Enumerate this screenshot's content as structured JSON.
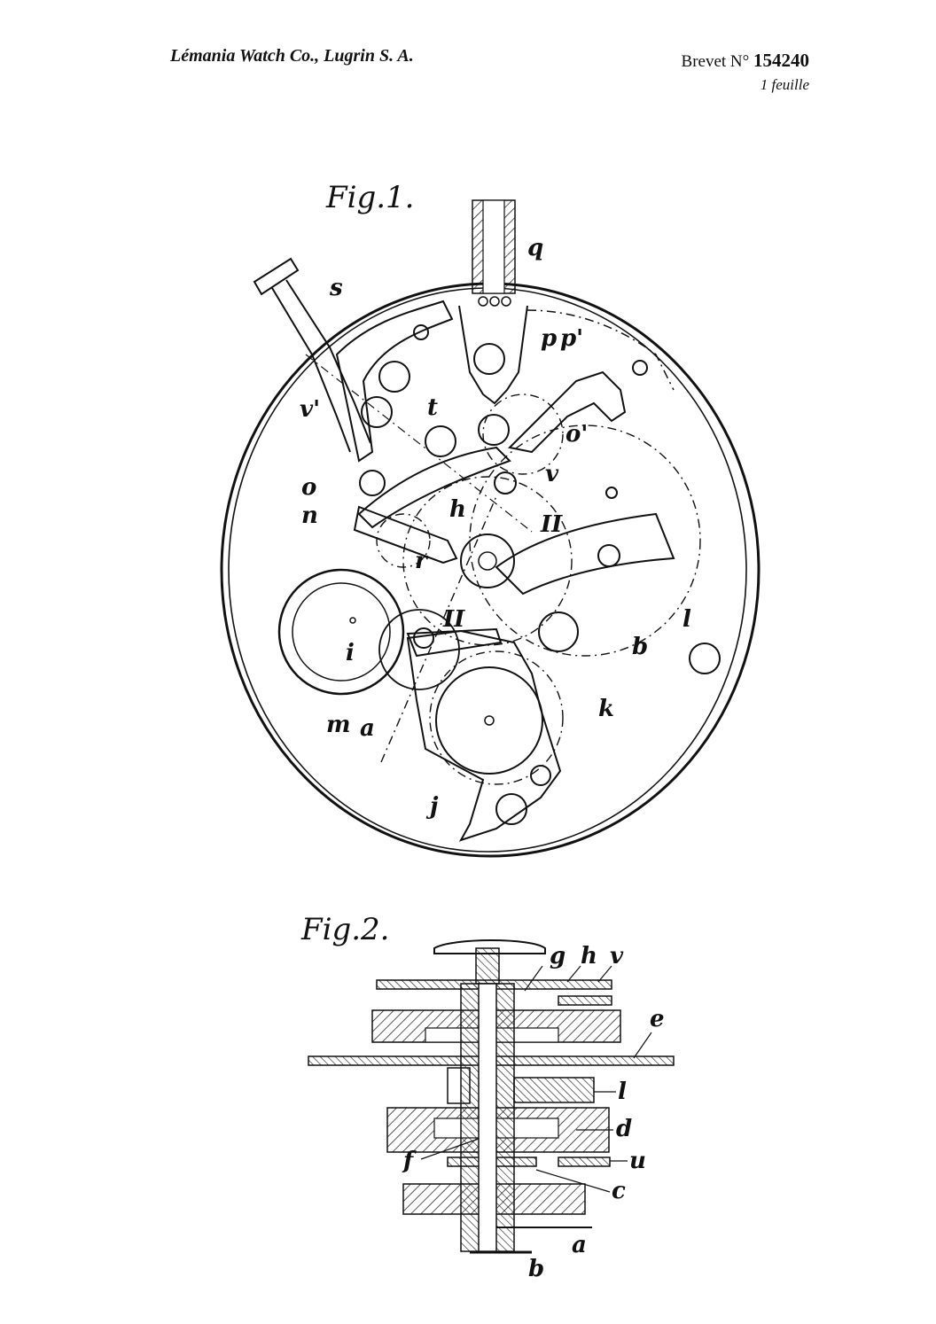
{
  "header": {
    "company": "Lémania Watch Co., Lugrin S. A.",
    "brevet_prefix": "Brevet N°",
    "brevet_number": "154240",
    "sheets": "1 feuille"
  },
  "fig1": {
    "title": "Fig.1.",
    "labels": {
      "q": "q",
      "s": "s",
      "p": "p",
      "p1": "p'",
      "v1": "v'",
      "t": "t",
      "o1": "o'",
      "o": "o",
      "v": "v",
      "n": "n",
      "h": "h",
      "II_top": "II",
      "r": "r",
      "l": "l",
      "i": "i",
      "II_mid": "II",
      "b": "b",
      "k": "k",
      "m": "m",
      "a": "a",
      "j": "j"
    }
  },
  "fig2": {
    "title": "Fig.2.",
    "labels": {
      "g": "g",
      "h": "h",
      "v": "v",
      "e": "e",
      "l": "l",
      "d": "d",
      "f": "f",
      "u": "u",
      "c": "c",
      "a": "a",
      "b": "b"
    }
  }
}
